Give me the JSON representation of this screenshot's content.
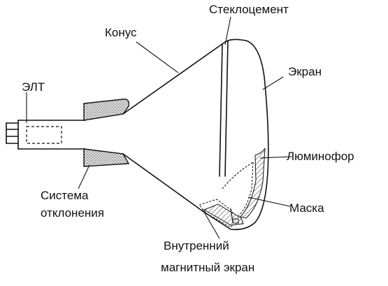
{
  "labels": {
    "elt": "ЭЛТ",
    "konus": "Конус",
    "steklocement": "Стеклоцемент",
    "ekran": "Экран",
    "luminofor": "Люминофор",
    "maska": "Маска",
    "sistema_line1": "Система",
    "sistema_line2": "отклонения",
    "vnutrenniy_line1": "Внутренний",
    "vnutrenniy_line2": "магнитный экран"
  },
  "colors": {
    "line": "#111111",
    "hatch_fill": "#d6d6d6",
    "background": "#ffffff"
  }
}
